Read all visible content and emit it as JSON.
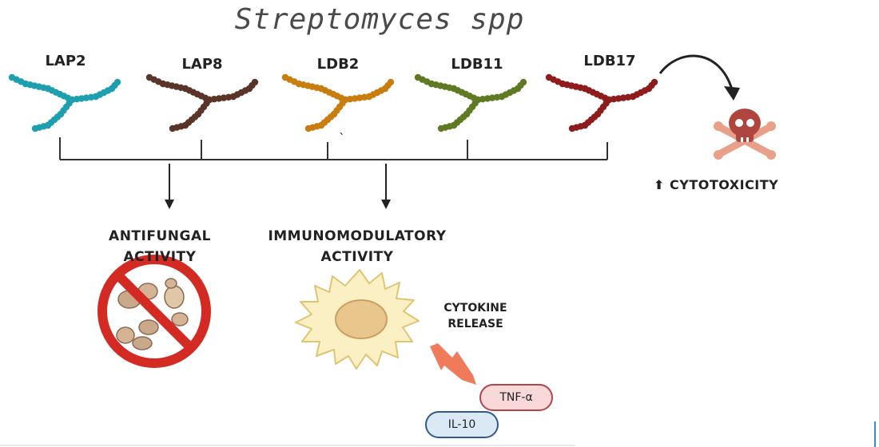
{
  "title": "Streptomyces spp",
  "strains": [
    {
      "label": "LAP2",
      "color": "#1d9fb0"
    },
    {
      "label": "LAP8",
      "color": "#5a3428"
    },
    {
      "label": "LDB2",
      "color": "#c87d0e"
    },
    {
      "label": "LDB11",
      "color": "#5f7a22"
    },
    {
      "label": "LDB17",
      "color": "#8e1c1c"
    }
  ],
  "activities": {
    "antifungal": {
      "line1": "ANTIFUNGAL",
      "line2": "ACTIVITY"
    },
    "immunomodulatory": {
      "line1": "IMMUNOMODULATORY",
      "line2": "ACTIVITY"
    }
  },
  "cytokine_release": {
    "line1": "CYTOKINE",
    "line2": "RELEASE"
  },
  "cytokines": {
    "tnf": "TNF-α",
    "il10": "IL-10"
  },
  "cytotoxicity": {
    "arrow": "⬆",
    "label": "CYTOTOXICITY"
  },
  "stray_mark": "`",
  "colors": {
    "no_sign": "#d42a24",
    "skull": "#b0453f",
    "bones": "#e9a08b",
    "tnf_fill": "#f8d8d8",
    "tnf_border": "#b0454a",
    "il10_fill": "#dbe8f5",
    "il10_border": "#2f5a8a",
    "cell_fill": "#fbefc4",
    "cell_border": "#e0c470",
    "nucleus": "#e8c68c",
    "lightning": "#f07b5a"
  }
}
